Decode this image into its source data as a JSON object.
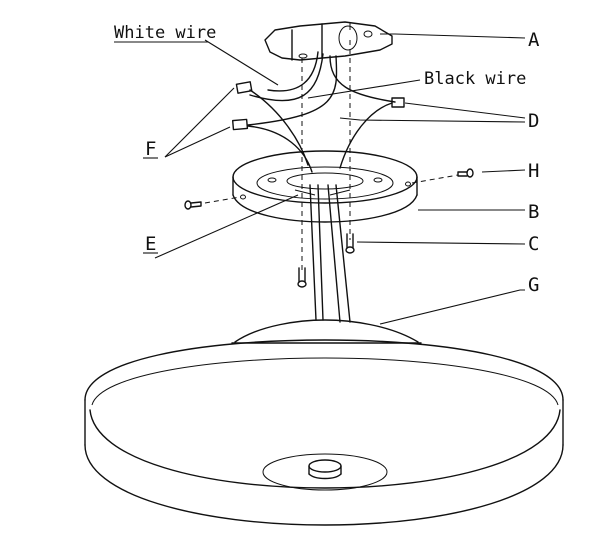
{
  "labels": {
    "A": "A",
    "B": "B",
    "C": "C",
    "D": "D",
    "E": "E",
    "F": "F",
    "G": "G",
    "H": "H"
  },
  "wires": {
    "white": "White wire",
    "black": "Black wire"
  }
}
